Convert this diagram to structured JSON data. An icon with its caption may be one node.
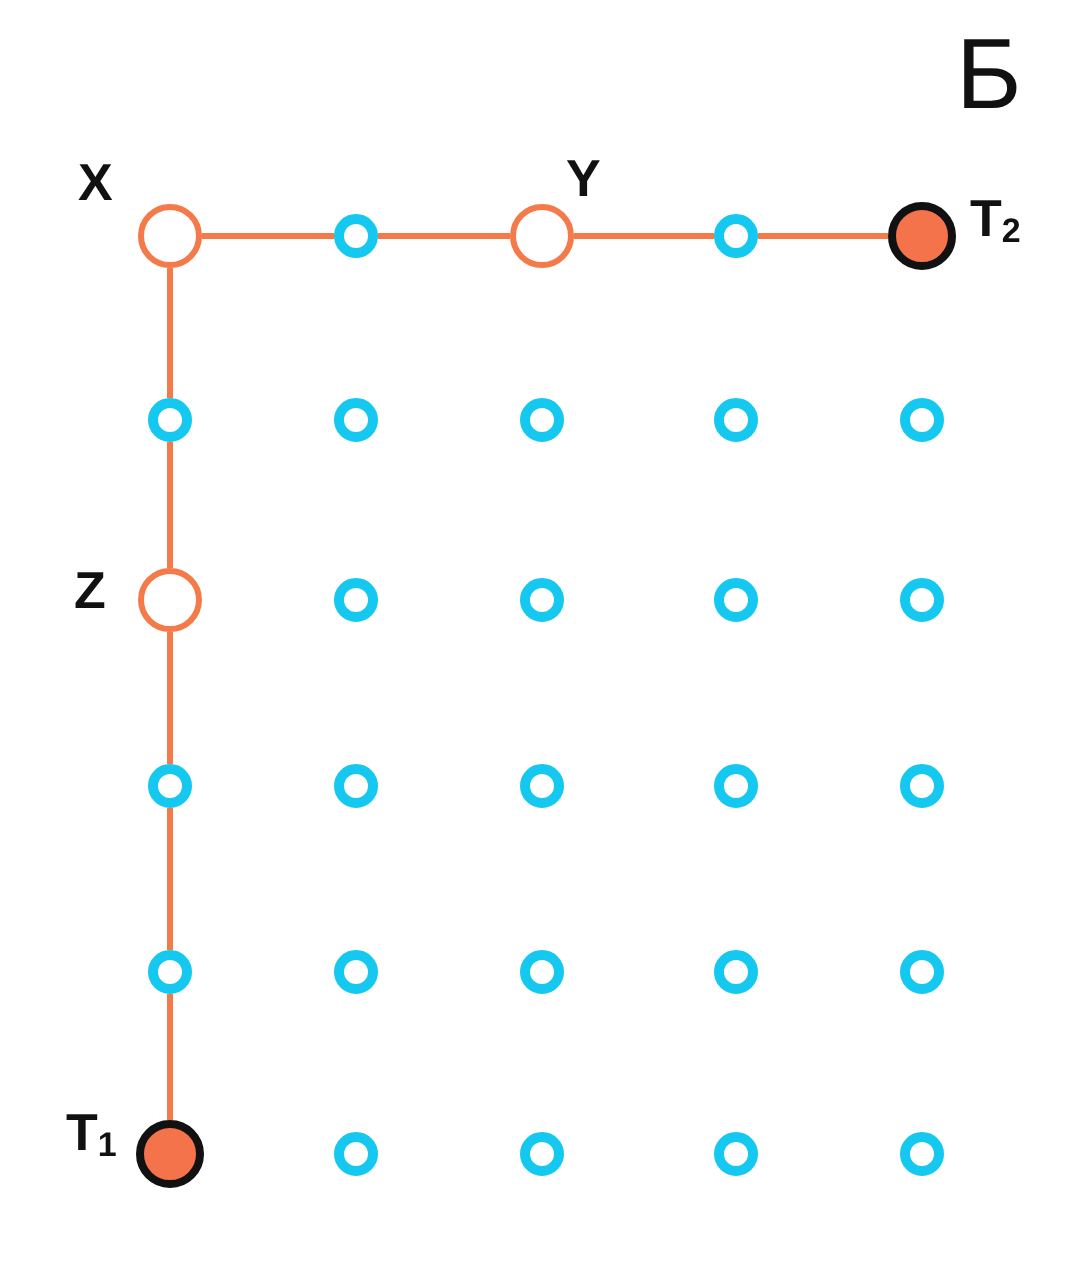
{
  "diagram": {
    "nodes": [
      {
        "text": [
          "X"
        ]
      },
      {
        "text": [],
        "shape": "circle"
      },
      {
        "text": [
          "Y"
        ]
      },
      {
        "text": [],
        "shape": "circle"
      },
      {
        "text": [
          "T$_{2}$"
        ]
      },
      {
        "text": [],
        "shape": "circle"
      },
      {
        "text": [],
        "shape": "circle"
      },
      {
        "text": [],
        "shape": "circle"
      },
      {
        "text": [],
        "shape": "circle"
      },
      {
        "text": [],
        "shape": "circle"
      },
      {
        "text": [
          "Z"
        ]
      },
      {
        "text": [],
        "shape": "circle"
      },
      {
        "text": [],
        "shape": "circle"
      },
      {
        "text": [],
        "shape": "circle"
      },
      {
        "text": [],
        "shape": "circle"
      },
      {
        "text": [],
        "shape": "circle"
      },
      {
        "text": [],
        "shape": "circle"
      },
      {
        "text": [],
        "shape": "circle"
      },
      {
        "text": [],
        "shape": "circle"
      },
      {
        "text": [],
        "shape": "circle"
      },
      {
        "text": [],
        "shape": "circle"
      },
      {
        "text": [],
        "shape": "circle"
      },
      {
        "text": [],
        "shape": "circle"
      },
      {
        "text": [],
        "shape": "circle"
      },
      {
        "text": [],
        "shape": "circle"
      },
      {
        "text": [
          "T$_{1}$"
        ]
      },
      {
        "text": [],
        "shape": "circle"
      },
      {
        "text": [],
        "shape": "circle"
      },
      {
        "text": [],
        "shape": "circle"
      },
      {
        "text": [],
        "shape": "circle"
      }
    ],
    "edges": [
      {
        "from": 0,
        "to": 1,
        "arrow": "none"
      },
      {
        "from": 1,
        "to": 2,
        "arrow": "none"
      },
      {
        "from": 2,
        "to": 3,
        "arrow": "none"
      },
      {
        "from": 3,
        "to": 4,
        "arrow": "none"
      },
      {
        "from": 0,
        "to": 5,
        "arrow": "none"
      },
      {
        "from": 5,
        "to": 10,
        "arrow": "none"
      },
      {
        "from": 10,
        "to": 15,
        "arrow": "none"
      },
      {
        "from": 15,
        "to": 20,
        "arrow": "none"
      },
      {
        "from": 20,
        "to": 25,
        "arrow": "none"
      }
    ],
    "labels": [
      "Б"
    ]
  }
}
